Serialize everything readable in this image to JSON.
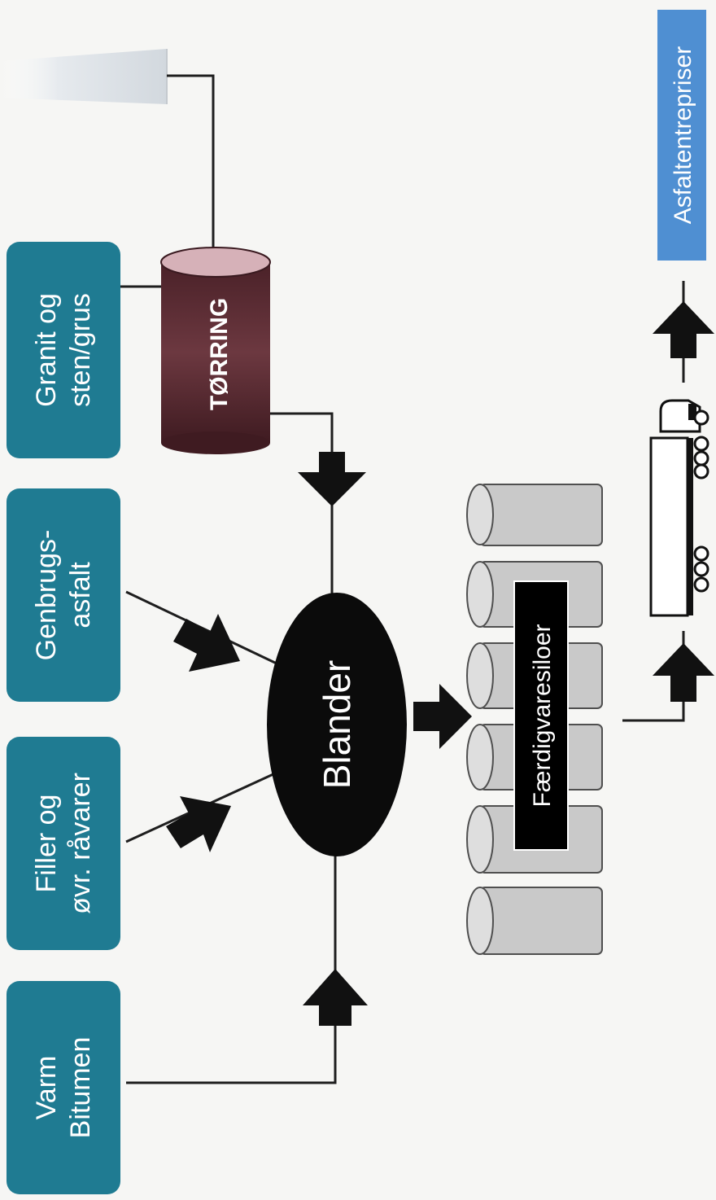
{
  "colors": {
    "background": "#f6f6f4",
    "input_box": "#1f7b92",
    "input_box_text": "#ffffff",
    "line": "#1e1e1e",
    "arrow": "#111111",
    "dryer_body": "#5a2a32",
    "dryer_top": "#d6b1b8",
    "blender": "#0b0b0b",
    "silo_fill": "#c9c9c9",
    "silo_stroke": "#4f4f4f",
    "silo_label_bg": "#000000",
    "destination_bg": "#4f8fd2",
    "destination_text": "#ffffff"
  },
  "inputs": [
    {
      "id": "granite",
      "lines": [
        "Granit og",
        "sten/grus"
      ]
    },
    {
      "id": "recycled",
      "lines": [
        "Genbrugs-",
        "asfalt"
      ]
    },
    {
      "id": "filler",
      "lines": [
        "Filler og",
        "øvr. råvarer"
      ]
    },
    {
      "id": "bitumen",
      "lines": [
        "Varm",
        "Bitumen"
      ]
    }
  ],
  "dryer": {
    "label": "TØRRING"
  },
  "mixer": {
    "label": "Blander"
  },
  "silos": {
    "label": "Færdigvaresiloer",
    "count": 6
  },
  "destination": {
    "label": "Asfaltentrepriser"
  },
  "icons": [
    "chimney-icon",
    "dump-truck-icon",
    "arrow-icon"
  ]
}
